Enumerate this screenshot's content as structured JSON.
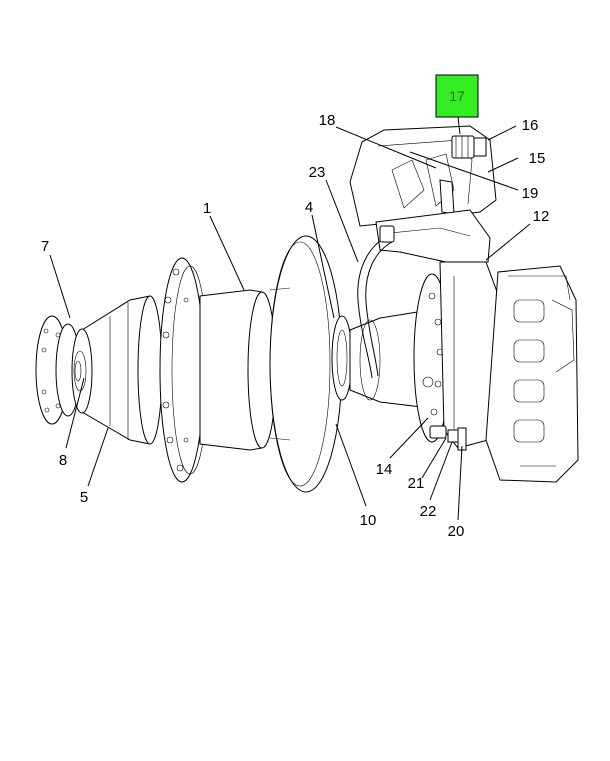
{
  "diagram": {
    "highlight": {
      "label": "17",
      "color": "#33ee22"
    },
    "callouts": [
      {
        "id": "c1",
        "label": "1"
      },
      {
        "id": "c4",
        "label": "4"
      },
      {
        "id": "c5",
        "label": "5"
      },
      {
        "id": "c7",
        "label": "7"
      },
      {
        "id": "c8",
        "label": "8"
      },
      {
        "id": "c10",
        "label": "10"
      },
      {
        "id": "c12",
        "label": "12"
      },
      {
        "id": "c14",
        "label": "14"
      },
      {
        "id": "c15",
        "label": "15"
      },
      {
        "id": "c16",
        "label": "16"
      },
      {
        "id": "c18",
        "label": "18"
      },
      {
        "id": "c19",
        "label": "19"
      },
      {
        "id": "c20",
        "label": "20"
      },
      {
        "id": "c21",
        "label": "21"
      },
      {
        "id": "c22",
        "label": "22"
      },
      {
        "id": "c23",
        "label": "23"
      }
    ]
  }
}
